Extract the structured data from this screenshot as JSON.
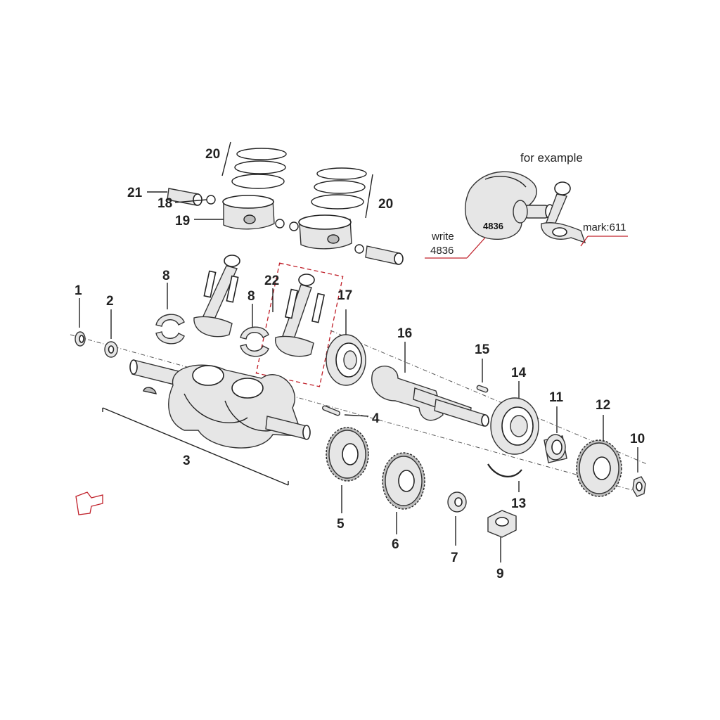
{
  "diagram": {
    "example_title": "for example",
    "write_note": "write",
    "write_value": "4836",
    "crank_stamp": "4836",
    "mark_note": "mark:611",
    "accent_color": "#c0202a",
    "part_numbers": {
      "p1": "1",
      "p2": "2",
      "p3": "3",
      "p4": "4",
      "p5": "5",
      "p6": "6",
      "p7": "7",
      "p8a": "8",
      "p8b": "8",
      "p9": "9",
      "p10": "10",
      "p11": "11",
      "p12": "12",
      "p13": "13",
      "p14": "14",
      "p15": "15",
      "p16": "16",
      "p17": "17",
      "p18": "18",
      "p19": "19",
      "p20a": "20",
      "p20b": "20",
      "p21": "21",
      "p22": "22"
    }
  }
}
